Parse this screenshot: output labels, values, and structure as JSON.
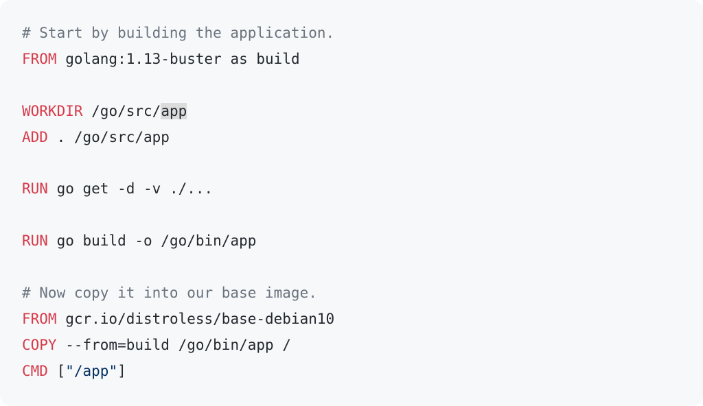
{
  "colors": {
    "background": "#f6f8fa",
    "keyword": "#d73a49",
    "comment": "#6a737d",
    "string": "#032f62",
    "text": "#24292e",
    "highlight": "#dcdcdc"
  },
  "lines": [
    [
      {
        "t": "cm",
        "v": "# Start by building the application."
      }
    ],
    [
      {
        "t": "kw",
        "v": "FROM"
      },
      {
        "t": "tx",
        "v": " golang:1.13-buster as build"
      }
    ],
    [],
    [
      {
        "t": "kw",
        "v": "WORKDIR"
      },
      {
        "t": "tx",
        "v": " /go/src/"
      },
      {
        "t": "hl",
        "v": "app"
      }
    ],
    [
      {
        "t": "kw",
        "v": "ADD"
      },
      {
        "t": "tx",
        "v": " . /go/src/app"
      }
    ],
    [],
    [
      {
        "t": "kw",
        "v": "RUN"
      },
      {
        "t": "tx",
        "v": " go get -d -v ./..."
      }
    ],
    [],
    [
      {
        "t": "kw",
        "v": "RUN"
      },
      {
        "t": "tx",
        "v": " go build -o /go/bin/app"
      }
    ],
    [],
    [
      {
        "t": "cm",
        "v": "# Now copy it into our base image."
      }
    ],
    [
      {
        "t": "kw",
        "v": "FROM"
      },
      {
        "t": "tx",
        "v": " gcr.io/distroless/base-debian10"
      }
    ],
    [
      {
        "t": "kw",
        "v": "COPY"
      },
      {
        "t": "tx",
        "v": " --from=build /go/bin/app /"
      }
    ],
    [
      {
        "t": "kw",
        "v": "CMD"
      },
      {
        "t": "tx",
        "v": " ["
      },
      {
        "t": "str",
        "v": "\"/app\""
      },
      {
        "t": "tx",
        "v": "]"
      }
    ]
  ]
}
